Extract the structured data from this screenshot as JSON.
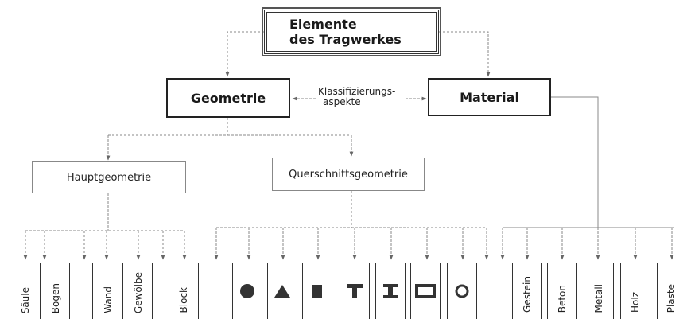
{
  "root": {
    "line1": "Elemente",
    "line2": "des Tragwerkes"
  },
  "geometry": "Geometrie",
  "material": "Material",
  "aspect": {
    "line1": "Klassifizierungs-",
    "line2": "aspekte"
  },
  "main_geometry": "Hauptgeometrie",
  "cross_section_geometry": "Querschnittsgeometrie",
  "main_leaves": [
    "Säule",
    "Bogen",
    "Wand",
    "Gewölbe",
    "Block"
  ],
  "cross_section_shapes": [
    "circle-icon",
    "triangle-icon",
    "square-icon",
    "t-profile-icon",
    "i-profile-icon",
    "hollow-rectangle-icon",
    "ring-icon"
  ],
  "materials": [
    "Gestein",
    "Beton",
    "Metall",
    "Holz",
    "Plaste"
  ]
}
